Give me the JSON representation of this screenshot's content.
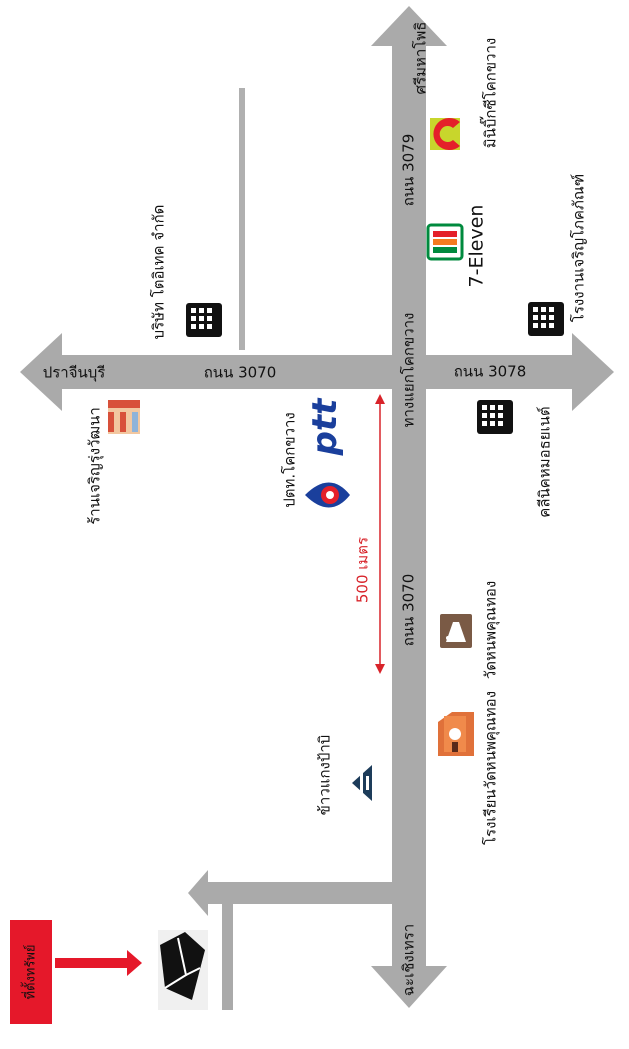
{
  "roads": {
    "main_vertical": "ถนน 3079",
    "main_lower": "ถนน 3070",
    "cross_left": "ถนน 3070",
    "cross_right": "ถนน 3078",
    "junction": "ทางแยกโคกขวาง"
  },
  "destinations": {
    "top": "ศรีมหาโพธิ",
    "left": "ปราจีนบุรี",
    "right": "โรงงานเจริญโภคภัณฑ์",
    "bottom": "ฉะเชิงเทรา"
  },
  "places": {
    "bigc": "มินิบิ๊กซีโคกขวาง",
    "seven": "7-Eleven",
    "company": "บริษัท โตอิเทค จำกัด",
    "cpf_factory": "โรงงานเจริญโภคภัณฑ์",
    "clinic": "คลีนิคหมอธยเนต์",
    "shop": "ร้านเจริญรุ่งวัฒนา",
    "ptt_station": "ปตท.โคกขวาง",
    "ptt_logo": "ptt",
    "temple": "วัดหนพคุณทอง",
    "school": "โรงเรียนวัดหนพคุณทอง",
    "restaurant": "ข้าวแกงป้าบิ",
    "property": "ที่ตั้งทรัพย์"
  },
  "distance": "500 เมตร",
  "colors": {
    "road": "#aaaaaa",
    "distance": "#d8232a",
    "property_box": "#e5182a",
    "ptt_blue": "#1a3f9c",
    "seven_green": "#008a3e",
    "bigc_red": "#e4202a",
    "bigc_yellow": "#c8d62c"
  }
}
